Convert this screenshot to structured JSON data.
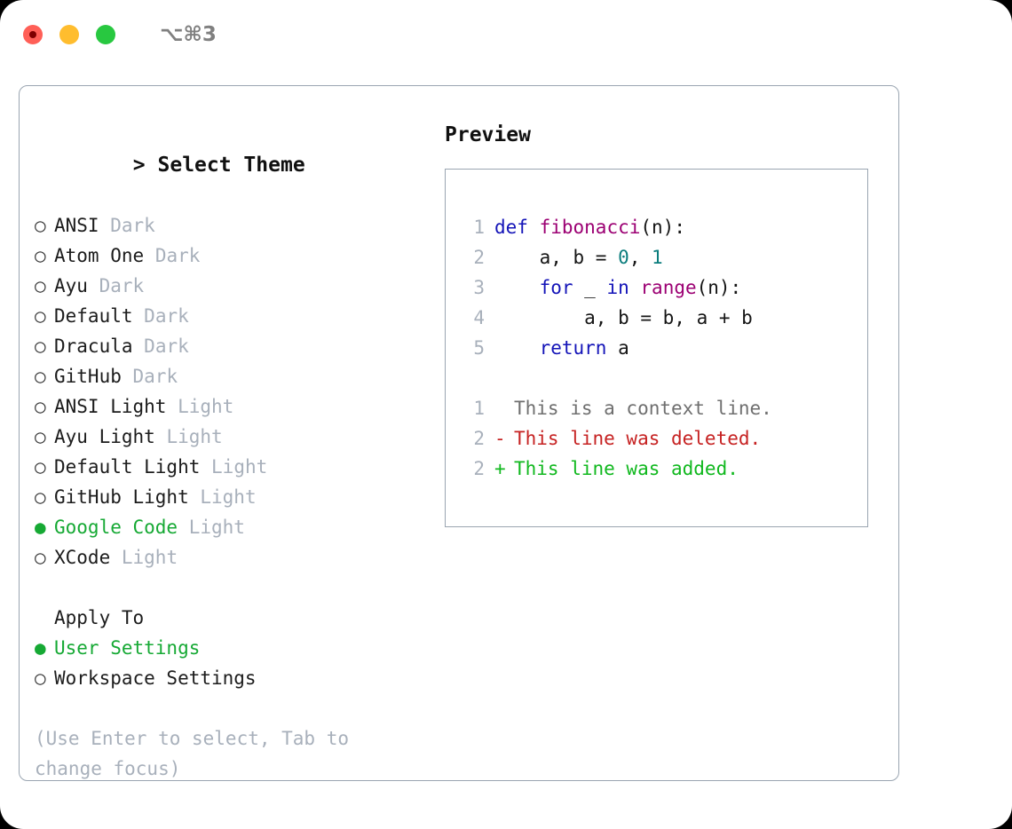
{
  "titlebar": {
    "shortcut": "⌥⌘3",
    "lights": [
      "close-red",
      "minimize-yellow",
      "maximize-green"
    ]
  },
  "left": {
    "caret": ">",
    "heading": "Select Theme",
    "radio_empty": "○",
    "radio_filled": "●",
    "themes": [
      {
        "name": "ANSI",
        "kind": "Dark",
        "selected": false
      },
      {
        "name": "Atom One",
        "kind": "Dark",
        "selected": false
      },
      {
        "name": "Ayu",
        "kind": "Dark",
        "selected": false
      },
      {
        "name": "Default",
        "kind": "Dark",
        "selected": false
      },
      {
        "name": "Dracula",
        "kind": "Dark",
        "selected": false
      },
      {
        "name": "GitHub",
        "kind": "Dark",
        "selected": false
      },
      {
        "name": "ANSI Light",
        "kind": "Light",
        "selected": false
      },
      {
        "name": "Ayu Light",
        "kind": "Light",
        "selected": false
      },
      {
        "name": "Default Light",
        "kind": "Light",
        "selected": false
      },
      {
        "name": "GitHub Light",
        "kind": "Light",
        "selected": false
      },
      {
        "name": "Google Code",
        "kind": "Light",
        "selected": true
      },
      {
        "name": "XCode",
        "kind": "Light",
        "selected": false
      }
    ],
    "apply_to_heading": "Apply To",
    "apply_to": [
      {
        "name": "User Settings",
        "selected": true
      },
      {
        "name": "Workspace Settings",
        "selected": false
      }
    ],
    "hint": "(Use Enter to select, Tab to change focus)"
  },
  "right": {
    "heading": "Preview",
    "code": [
      {
        "ln": "1",
        "tokens": [
          {
            "t": "def",
            "c": "kw"
          },
          {
            "t": " ",
            "c": "txt"
          },
          {
            "t": "fibonacci",
            "c": "fn"
          },
          {
            "t": "(n):",
            "c": "punc"
          }
        ]
      },
      {
        "ln": "2",
        "tokens": [
          {
            "t": "    a, b = ",
            "c": "txt"
          },
          {
            "t": "0",
            "c": "num"
          },
          {
            "t": ", ",
            "c": "txt"
          },
          {
            "t": "1",
            "c": "num"
          }
        ]
      },
      {
        "ln": "3",
        "tokens": [
          {
            "t": "    ",
            "c": "txt"
          },
          {
            "t": "for",
            "c": "kw"
          },
          {
            "t": " _ ",
            "c": "txt"
          },
          {
            "t": "in",
            "c": "kw"
          },
          {
            "t": " ",
            "c": "txt"
          },
          {
            "t": "range",
            "c": "fn"
          },
          {
            "t": "(n):",
            "c": "punc"
          }
        ]
      },
      {
        "ln": "4",
        "tokens": [
          {
            "t": "        a, b = b, a + b",
            "c": "txt"
          }
        ]
      },
      {
        "ln": "5",
        "tokens": [
          {
            "t": "    ",
            "c": "txt"
          },
          {
            "t": "return",
            "c": "kw"
          },
          {
            "t": " a",
            "c": "txt"
          }
        ]
      }
    ],
    "diff": [
      {
        "ln": "1",
        "mark": " ",
        "text": "This is a context line.",
        "kind": "ctx"
      },
      {
        "ln": "2",
        "mark": "-",
        "text": "This line was deleted.",
        "kind": "del"
      },
      {
        "ln": "2",
        "mark": "+",
        "text": "This line was added.",
        "kind": "add"
      }
    ]
  },
  "colors": {
    "keyword": "#1414b8",
    "function": "#9c0073",
    "number": "#0b7d7d",
    "selected_green": "#16a934",
    "muted": "#a8b0bb",
    "diff_add": "#10b81e",
    "diff_del": "#c62222",
    "border": "#9aa5b1"
  }
}
